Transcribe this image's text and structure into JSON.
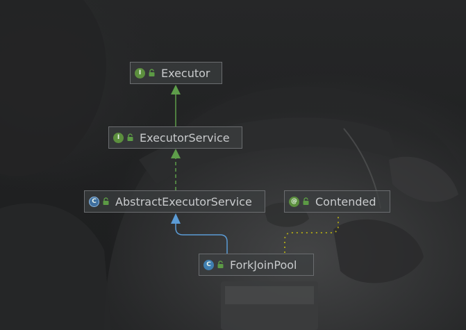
{
  "diagram": {
    "nodes": [
      {
        "id": "executor",
        "label": "Executor",
        "kind": "interface",
        "icon_letter": "I"
      },
      {
        "id": "executor-service",
        "label": "ExecutorService",
        "kind": "interface",
        "icon_letter": "I"
      },
      {
        "id": "abstract-executor-service",
        "label": "AbstractExecutorService",
        "kind": "abstract-class",
        "icon_letter": "C"
      },
      {
        "id": "contended",
        "label": "Contended",
        "kind": "annotation",
        "icon_letter": "@"
      },
      {
        "id": "fork-join-pool",
        "label": "ForkJoinPool",
        "kind": "class",
        "icon_letter": "C"
      }
    ],
    "edges": [
      {
        "from": "executor-service",
        "to": "executor",
        "type": "extends",
        "color": "#5e9e4a"
      },
      {
        "from": "abstract-executor-service",
        "to": "executor-service",
        "type": "implements",
        "color": "#5e9e4a"
      },
      {
        "from": "fork-join-pool",
        "to": "abstract-executor-service",
        "type": "extends",
        "color": "#5b9bd5"
      },
      {
        "from": "fork-join-pool",
        "to": "contended",
        "type": "annotated-with",
        "color": "#a7a11a"
      }
    ],
    "colors": {
      "interface_icon": "#5c8f3e",
      "class_icon": "#3f7fb0",
      "lock_icon": "#5c9a45",
      "node_border": "#6b6d70",
      "text": "#c9cbcd"
    }
  }
}
